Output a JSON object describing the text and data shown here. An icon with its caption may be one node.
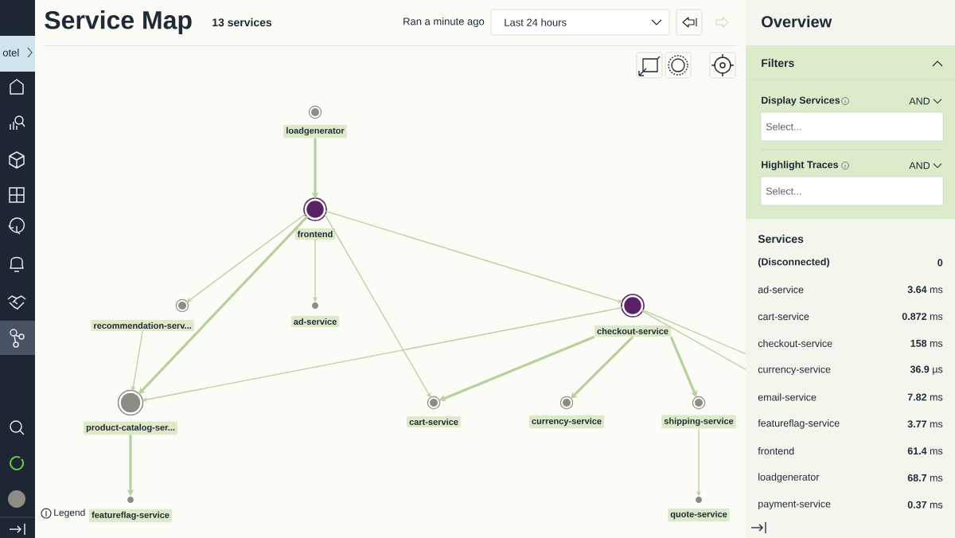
{
  "diagram": {
    "title": "Service Map",
    "nodes": [
      {
        "text": [
          "loadgenerator"
        ]
      },
      {
        "text": [
          "frontend"
        ]
      },
      {
        "text": [
          "recommendation-serv..."
        ]
      },
      {
        "text": [
          "ad-service"
        ]
      },
      {
        "text": [
          "checkout-service"
        ]
      },
      {
        "text": [
          "product-catalog-ser..."
        ]
      },
      {
        "text": [
          "cart-service"
        ]
      },
      {
        "text": [
          "currency-service"
        ]
      },
      {
        "text": [
          "shipping-service"
        ]
      },
      {
        "text": [
          "featureflag-service"
        ]
      },
      {
        "text": [
          "quote-service"
        ]
      }
    ],
    "edges": [
      {
        "from": 0,
        "to": 1,
        "arrow": "to",
        "style": "thick"
      },
      {
        "from": 1,
        "to": 2,
        "arrow": "to"
      },
      {
        "from": 1,
        "to": 5,
        "arrow": "to",
        "style": "thick"
      },
      {
        "from": 1,
        "to": 3,
        "arrow": "to"
      },
      {
        "from": 1,
        "to": 6,
        "arrow": "to"
      },
      {
        "from": 1,
        "to": 4,
        "arrow": "to"
      },
      {
        "from": 2,
        "to": 5,
        "arrow": "to"
      },
      {
        "from": 4,
        "to": 5,
        "arrow": "to"
      },
      {
        "from": 4,
        "to": 6,
        "arrow": "to",
        "style": "thick"
      },
      {
        "from": 4,
        "to": 7,
        "arrow": "to",
        "style": "thick"
      },
      {
        "from": 4,
        "to": 8,
        "arrow": "to",
        "style": "thick"
      },
      {
        "from": 4,
        "to": null,
        "arrow": "none"
      },
      {
        "from": 4,
        "to": null,
        "arrow": "none"
      },
      {
        "from": 5,
        "to": 9,
        "arrow": "to",
        "style": "thick"
      },
      {
        "from": 8,
        "to": 10,
        "arrow": "to"
      }
    ],
    "labels": [
      "otel",
      "13 services",
      "Ran a minute ago",
      "Last 24 hours",
      "Overview",
      "Filters",
      "Display Services",
      "AND",
      "Select...",
      "Highlight Traces",
      "AND",
      "Select...",
      "Services",
      "(Disconnected)",
      "0",
      "ad-service",
      "**3.64** ms",
      "cart-service",
      "**0.872** ms",
      "checkout-service",
      "**158** ms",
      "currency-service",
      "**36.9** µs",
      "email-service",
      "**7.82** ms",
      "featureflag-service",
      "**3.77** ms",
      "frontend",
      "**61.4** ms",
      "loadgenerator",
      "**68.7** ms",
      "payment-service",
      "**0.37** ms",
      "Legend"
    ]
  }
}
